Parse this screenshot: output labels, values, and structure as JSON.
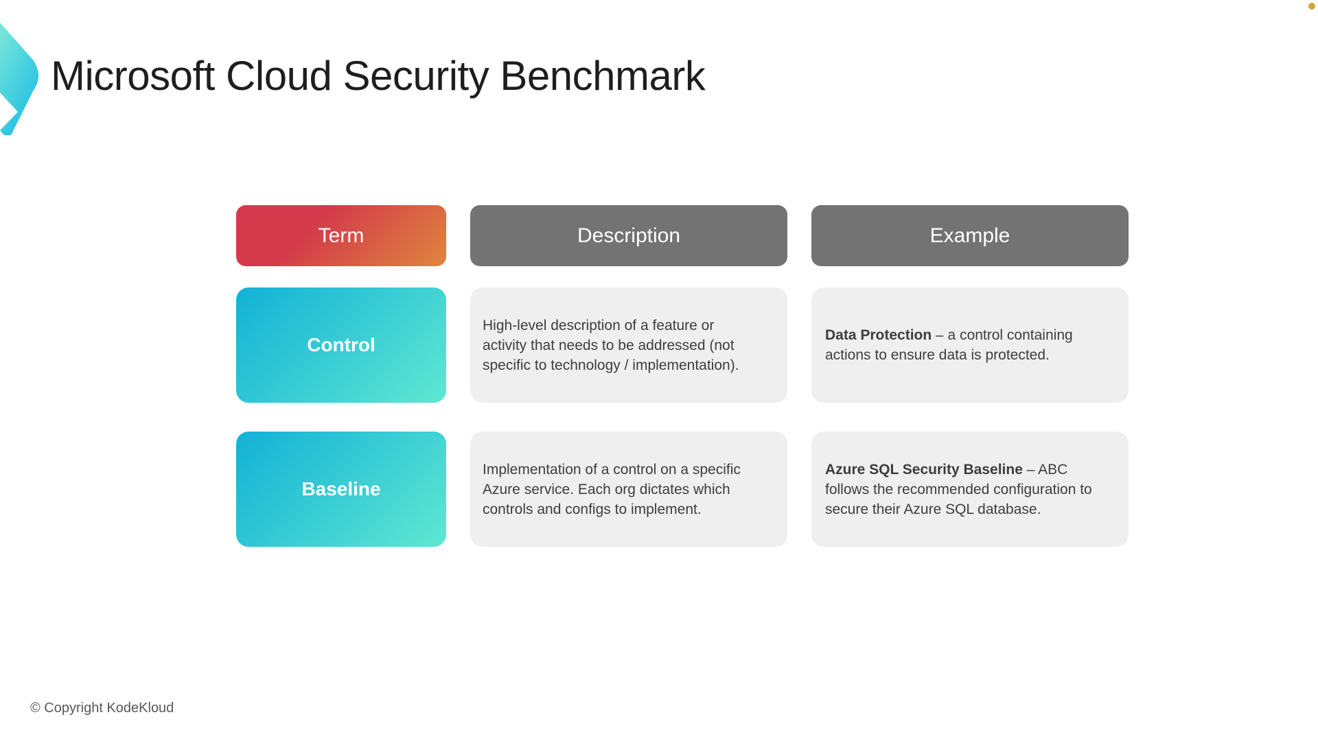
{
  "slide": {
    "title": "Microsoft Cloud Security Benchmark",
    "copyright": "© Copyright KodeKloud"
  },
  "table": {
    "headers": [
      {
        "label": "Term"
      },
      {
        "label": "Description"
      },
      {
        "label": "Example"
      }
    ],
    "rows": [
      {
        "term": "Control",
        "description": "High-level description of a feature or activity that needs to be addressed (not specific to technology / implementation).",
        "example_bold": "Data Protection",
        "example_rest": " – a control containing actions to ensure data is protected."
      },
      {
        "term": "Baseline",
        "description": "Implementation of a control on a specific Azure service. Each org dictates which controls and configs to implement.",
        "example_bold": "Azure SQL Security Baseline",
        "example_rest": " – ABC follows the recommended configuration to secure their Azure SQL database."
      }
    ]
  },
  "icons": {
    "logo": "kodekloud-chevron-logo",
    "accent": "accent-dot"
  },
  "colors": {
    "term_red": "#d43a4b",
    "term_orange": "#e0913c",
    "gray_header": "#737373",
    "teal_start": "#12b1d7",
    "teal_end": "#65ecd1",
    "cell_bg": "#efefef",
    "cell_text": "#3d3d3d",
    "title_text": "#1e1e1e",
    "copyright_text": "#575757",
    "accent_dot": "#d9a23a",
    "logo_mint": "#7ee9d9",
    "logo_cyan": "#1fc0e4"
  }
}
